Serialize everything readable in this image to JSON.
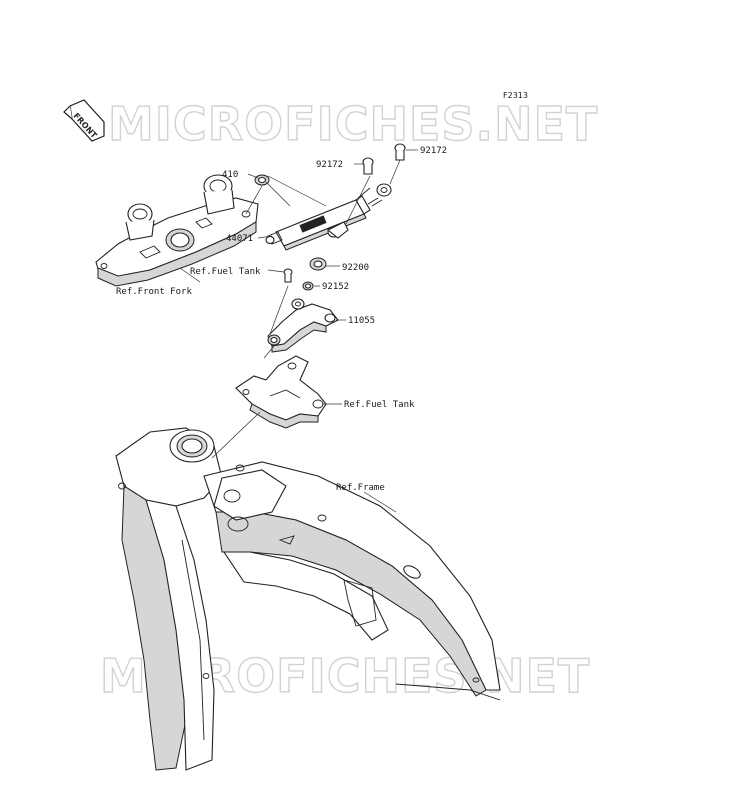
{
  "figure_code": "F2313",
  "watermark": "MICROFICHES.NET",
  "front_arrow_label": "FRONT",
  "labels": {
    "p410": "410",
    "p44071": "44071",
    "p92172a": "92172",
    "p92172b": "92172",
    "ref_fuel_tank_1": "Ref.Fuel Tank",
    "p92200": "92200",
    "p92152": "92152",
    "ref_front_fork": "Ref.Front Fork",
    "p11055": "11055",
    "ref_fuel_tank_2": "Ref.Fuel Tank",
    "ref_frame": "Ref.Frame"
  }
}
